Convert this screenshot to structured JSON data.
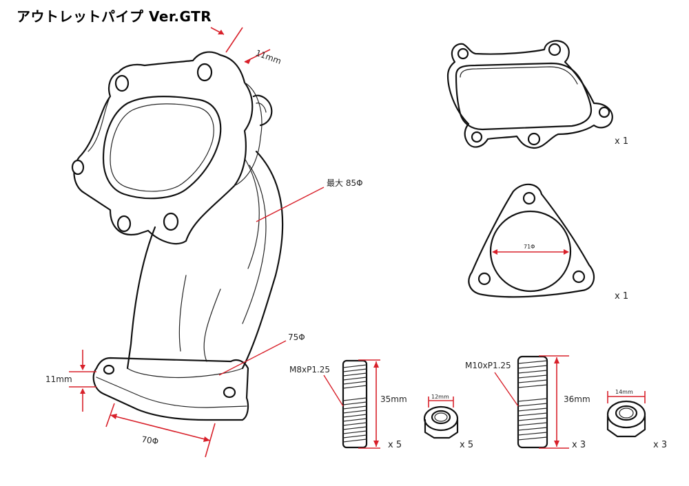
{
  "title": "アウトレットパイプ Ver.GTR",
  "dimensions": {
    "flange_thickness_top": "11mm",
    "max_diameter": "最大 85Φ",
    "outlet_diameter": "75Φ",
    "flange_thickness_bottom": "11mm",
    "bottom_diameter": "70Φ",
    "gasket_bore": "71Φ"
  },
  "parts": {
    "stud_m8": {
      "spec": "M8xP1.25",
      "length": "35mm",
      "qty": "x 5"
    },
    "nut_m8": {
      "width": "12mm",
      "qty": "x 5"
    },
    "stud_m10": {
      "spec": "M10xP1.25",
      "length": "36mm",
      "qty": "x 3"
    },
    "nut_m10": {
      "width": "14mm",
      "qty": "x 3"
    },
    "gasket_turbine": {
      "qty": "x 1"
    },
    "gasket_triangle": {
      "qty": "x 1"
    }
  },
  "colors": {
    "dimension": "#d8202a",
    "line": "#111111"
  }
}
